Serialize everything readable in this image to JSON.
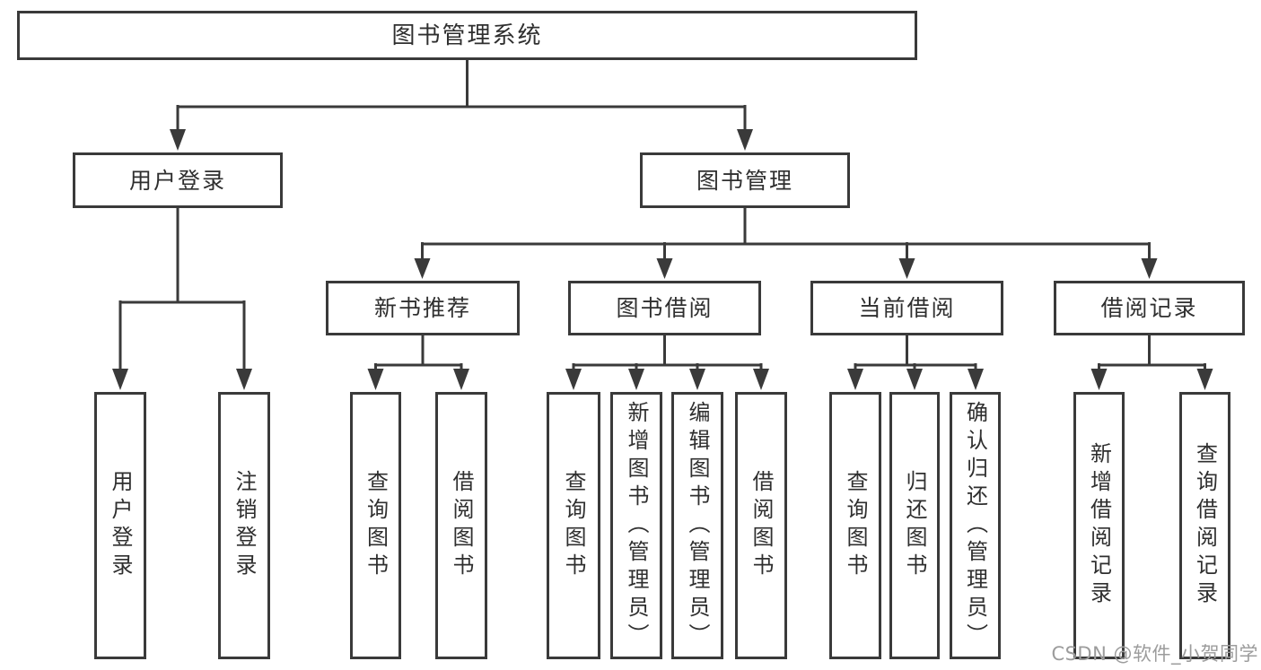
{
  "watermark": {
    "text": "CSDN @软件_小贺同学"
  },
  "colors": {
    "line": "#3a3a3a",
    "text": "#2f2f2f",
    "watermark": "#9c9c9c",
    "background": "#ffffff"
  },
  "tree": {
    "root": {
      "label": "图书管理系统",
      "children": [
        {
          "label": "用户登录",
          "children": [
            {
              "label": "用户登录"
            },
            {
              "label": "注销登录"
            }
          ]
        },
        {
          "label": "图书管理",
          "children": [
            {
              "label": "新书推荐",
              "children": [
                {
                  "label": "查询图书"
                },
                {
                  "label": "借阅图书"
                }
              ]
            },
            {
              "label": "图书借阅",
              "children": [
                {
                  "label": "查询图书"
                },
                {
                  "label": "新增图书（管理员）"
                },
                {
                  "label": "编辑图书（管理员）"
                },
                {
                  "label": "借阅图书"
                }
              ]
            },
            {
              "label": "当前借阅",
              "children": [
                {
                  "label": "查询图书"
                },
                {
                  "label": "归还图书"
                },
                {
                  "label": "确认归还（管理员）"
                }
              ]
            },
            {
              "label": "借阅记录",
              "children": [
                {
                  "label": "新增借阅记录"
                },
                {
                  "label": "查询借阅记录"
                }
              ]
            }
          ]
        }
      ]
    }
  }
}
